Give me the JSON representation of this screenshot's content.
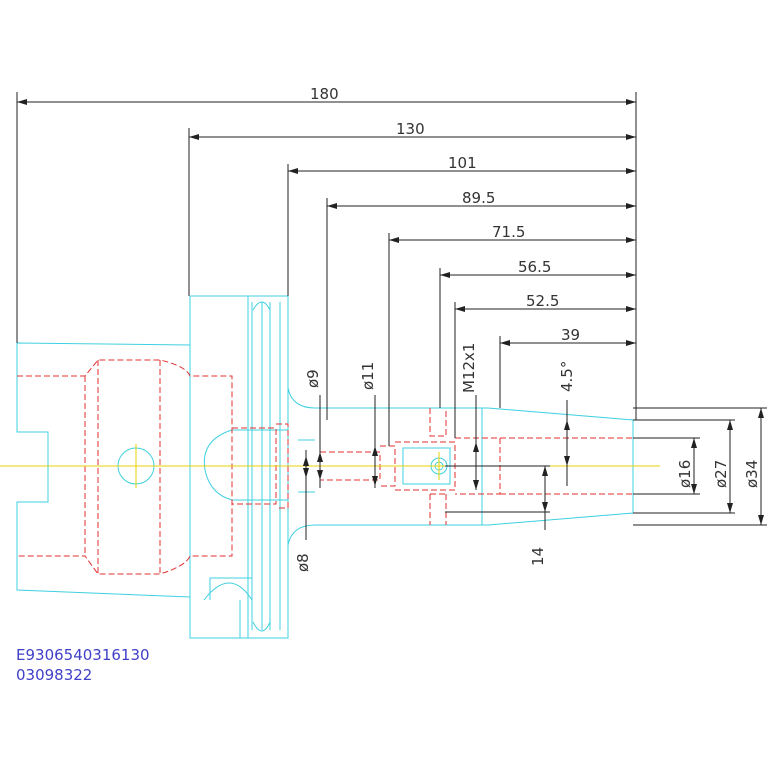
{
  "dimensions": {
    "d180": "180",
    "d130": "130",
    "d101": "101",
    "d89_5": "89.5",
    "d71_5": "71.5",
    "d56_5": "56.5",
    "d52_5": "52.5",
    "d39": "39",
    "phi9": "ø9",
    "phi11": "ø11",
    "m12": "M12x1",
    "angle": "4.5°",
    "phi16": "ø16",
    "phi27": "ø27",
    "phi34": "ø34",
    "phi8": "ø8",
    "d14": "14"
  },
  "reference": {
    "line1": "E9306540316130",
    "line2": "03098322"
  },
  "colors": {
    "outline": "#40d0e0",
    "hidden": "#e03030",
    "centerline": "#e8d000",
    "dimension": "#222222",
    "reference_text": "#4040c8"
  }
}
